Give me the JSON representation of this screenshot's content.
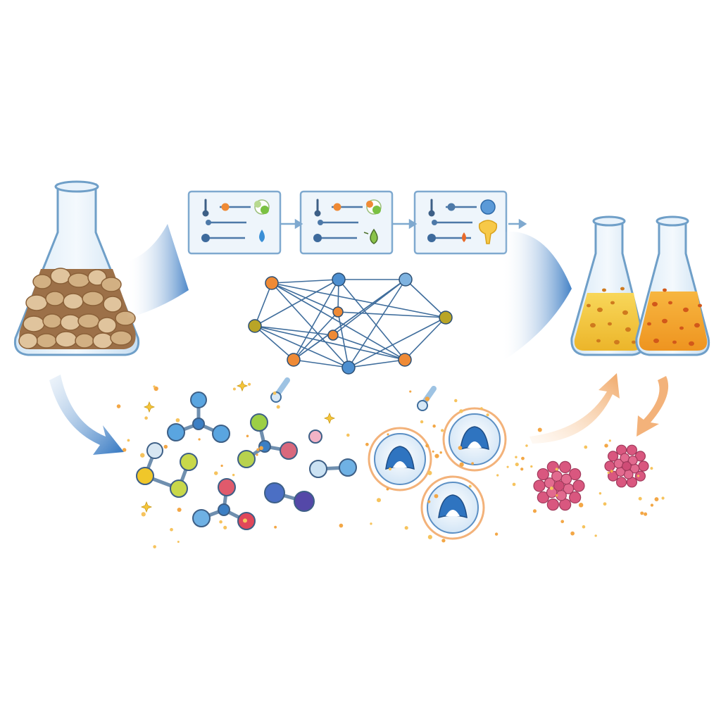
{
  "diagram": {
    "kind": "bioprocess-workflow-illustration",
    "stages": [
      {
        "id": "raw-substrate",
        "depiction": "flask-with-brown-chunks"
      },
      {
        "id": "process-steps",
        "depiction": "three-parameter-panels"
      },
      {
        "id": "optimization-network",
        "depiction": "node-network"
      },
      {
        "id": "molecules",
        "depiction": "colored-molecular-structures"
      },
      {
        "id": "microbes",
        "depiction": "cells-in-circles"
      },
      {
        "id": "enzymes",
        "depiction": "pink-clusters"
      },
      {
        "id": "products",
        "depiction": "two-flasks-yellow-orange-liquid"
      }
    ],
    "panels": [
      {
        "rows": [
          "thermometer-icon",
          "balance-icon",
          "pipette-icon"
        ],
        "badges": [
          "green-leaf-icon",
          "droplet-icon"
        ]
      },
      {
        "rows": [
          "thermometer-icon",
          "balance-icon",
          "pipette-icon"
        ],
        "badges": [
          "green-leaf-icon",
          "flask-icon"
        ]
      },
      {
        "rows": [
          "thermometer-icon",
          "balance-icon",
          "pipette-icon"
        ],
        "badges": [
          "person-icon",
          "lightbulb-icon"
        ]
      }
    ],
    "colors": {
      "panel_border": "#7fa9cf",
      "panel_fill": "#eef5fb",
      "arrow_blue": "#2f74c0",
      "arrow_orange": "#f0a868",
      "substrate": "#b88a5c",
      "product_yellow": "#f2c23a",
      "product_orange": "#f3a22b",
      "enzyme_pink": "#d9577f",
      "node_orange": "#ef8a35",
      "node_blue": "#4d8fd0",
      "node_olive": "#b9a526"
    }
  }
}
